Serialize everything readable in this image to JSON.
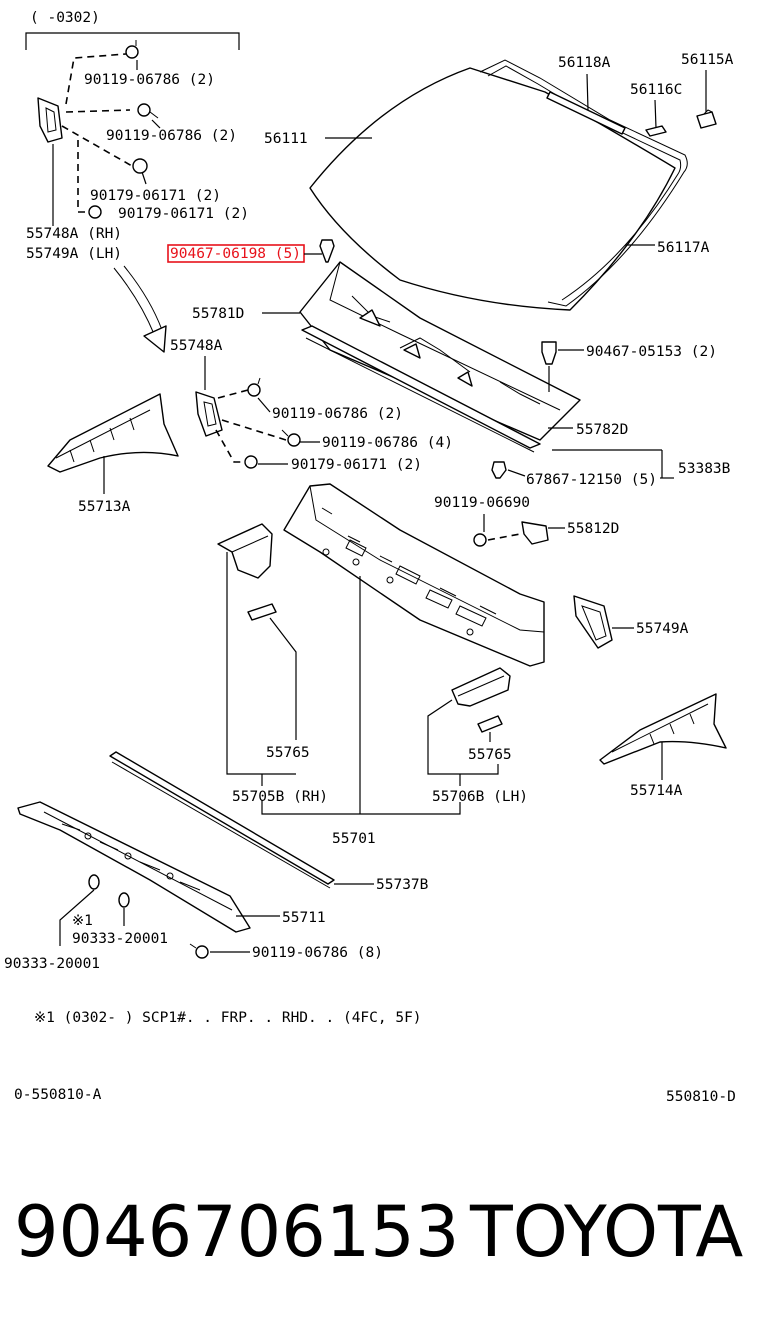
{
  "colors": {
    "highlight": "#e8121b",
    "ink": "#000000",
    "background": "#ffffff"
  },
  "header": {
    "range": "(      -0302)"
  },
  "parts": {
    "p56118A": "56118A",
    "p56115A": "56115A",
    "p56116C": "56116C",
    "p56111": "56111",
    "p56117A": "56117A",
    "p90119_06786_2a": "90119-06786 (2)",
    "p90119_06786_2b": "90119-06786 (2)",
    "p90179_06171_2a": "90179-06171 (2)",
    "p90179_06171_2b": "90179-06171 (2)",
    "p55748A_RH": "55748A (RH)",
    "p55749A_LH": "55749A (LH)",
    "p90467_06198": "90467-06198 (5)",
    "p55781D": "55781D",
    "p90467_05153": "90467-05153 (2)",
    "p55748A": "55748A",
    "p90119_06786_2c": "90119-06786 (2)",
    "p90119_06786_4": "90119-06786 (4)",
    "p90179_06171_2c": "90179-06171 (2)",
    "p55782D": "55782D",
    "p67867_12150": "67867-12150 (5)",
    "p53383B": "53383B",
    "p55713A": "55713A",
    "p90119_06690": "90119-06690",
    "p55812D": "55812D",
    "p55749A": "55749A",
    "p55765a": "55765",
    "p55765b": "55765",
    "p55705B": "55705B (RH)",
    "p55706B": "55706B (LH)",
    "p55714A": "55714A",
    "p55701": "55701",
    "p55737B": "55737B",
    "p55711": "55711",
    "mark1": "※1",
    "p90333_20001a": "90333-20001",
    "p90333_20001b": "90333-20001",
    "p90119_06786_8": "90119-06786 (8)"
  },
  "note": "※1 (0302-      ) SCP1#. . FRP. . RHD. . (4FC, 5F)",
  "footer": {
    "left_code": "0-550810-A",
    "right_code": "550810-D",
    "part_number": "9046706153",
    "brand": "TOYOTA"
  }
}
